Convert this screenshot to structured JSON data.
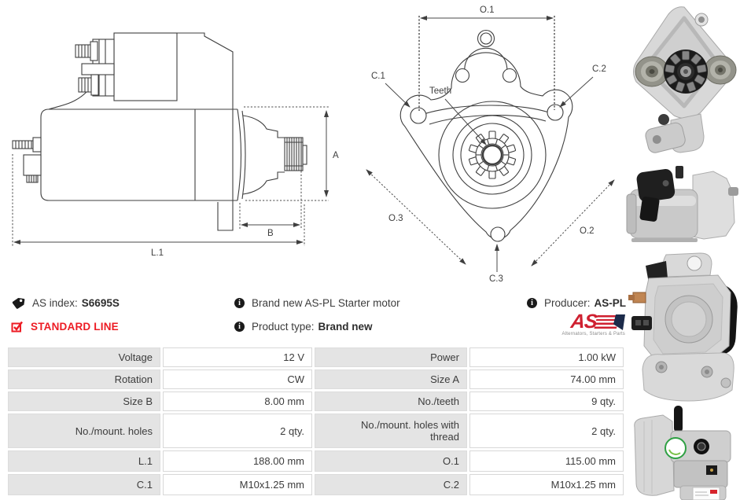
{
  "product": {
    "as_index_label": "AS index:",
    "as_index_value": "S6695S",
    "line_label": "STANDARD LINE",
    "description": "Brand new AS-PL Starter motor",
    "product_type_label": "Product type:",
    "product_type_value": "Brand new",
    "producer_label": "Producer:",
    "producer_value": "AS-PL",
    "logo_text": "AS",
    "logo_tagline": "Alternators, Starters & Parts"
  },
  "icons": {
    "info_glyph": "i"
  },
  "diagram_side": {
    "labels": {
      "a": "A",
      "b": "B",
      "l1": "L.1"
    }
  },
  "diagram_front": {
    "labels": {
      "o1": "O.1",
      "o2": "O.2",
      "o3": "O.3",
      "c1": "C.1",
      "c2": "C.2",
      "c3": "C.3",
      "teeth": "Teeth"
    }
  },
  "colors": {
    "accent_red": "#ed1c24",
    "logo_red": "#cf2030",
    "logo_navy": "#1c2b4a",
    "table_label_bg": "#e4e4e4",
    "table_border": "#d8d8d8",
    "text": "#3c3c3c"
  },
  "photos": [
    {
      "name": "starter front pinion view"
    },
    {
      "name": "starter side view"
    },
    {
      "name": "starter rear cover view"
    },
    {
      "name": "starter angled view"
    }
  ],
  "spec_table": {
    "rows": [
      {
        "l1": "Voltage",
        "v1": "12 V",
        "l2": "Power",
        "v2": "1.00 kW"
      },
      {
        "l1": "Rotation",
        "v1": "CW",
        "l2": "Size A",
        "v2": "74.00 mm"
      },
      {
        "l1": "Size B",
        "v1": "8.00 mm",
        "l2": "No./teeth",
        "v2": "9 qty."
      },
      {
        "l1": "No./mount. holes",
        "v1": "2 qty.",
        "l2": "No./mount. holes with thread",
        "v2": "2 qty."
      },
      {
        "l1": "L.1",
        "v1": "188.00 mm",
        "l2": "O.1",
        "v2": "115.00 mm"
      },
      {
        "l1": "C.1",
        "v1": "M10x1.25 mm",
        "l2": "C.2",
        "v2": "M10x1.25 mm"
      }
    ]
  }
}
